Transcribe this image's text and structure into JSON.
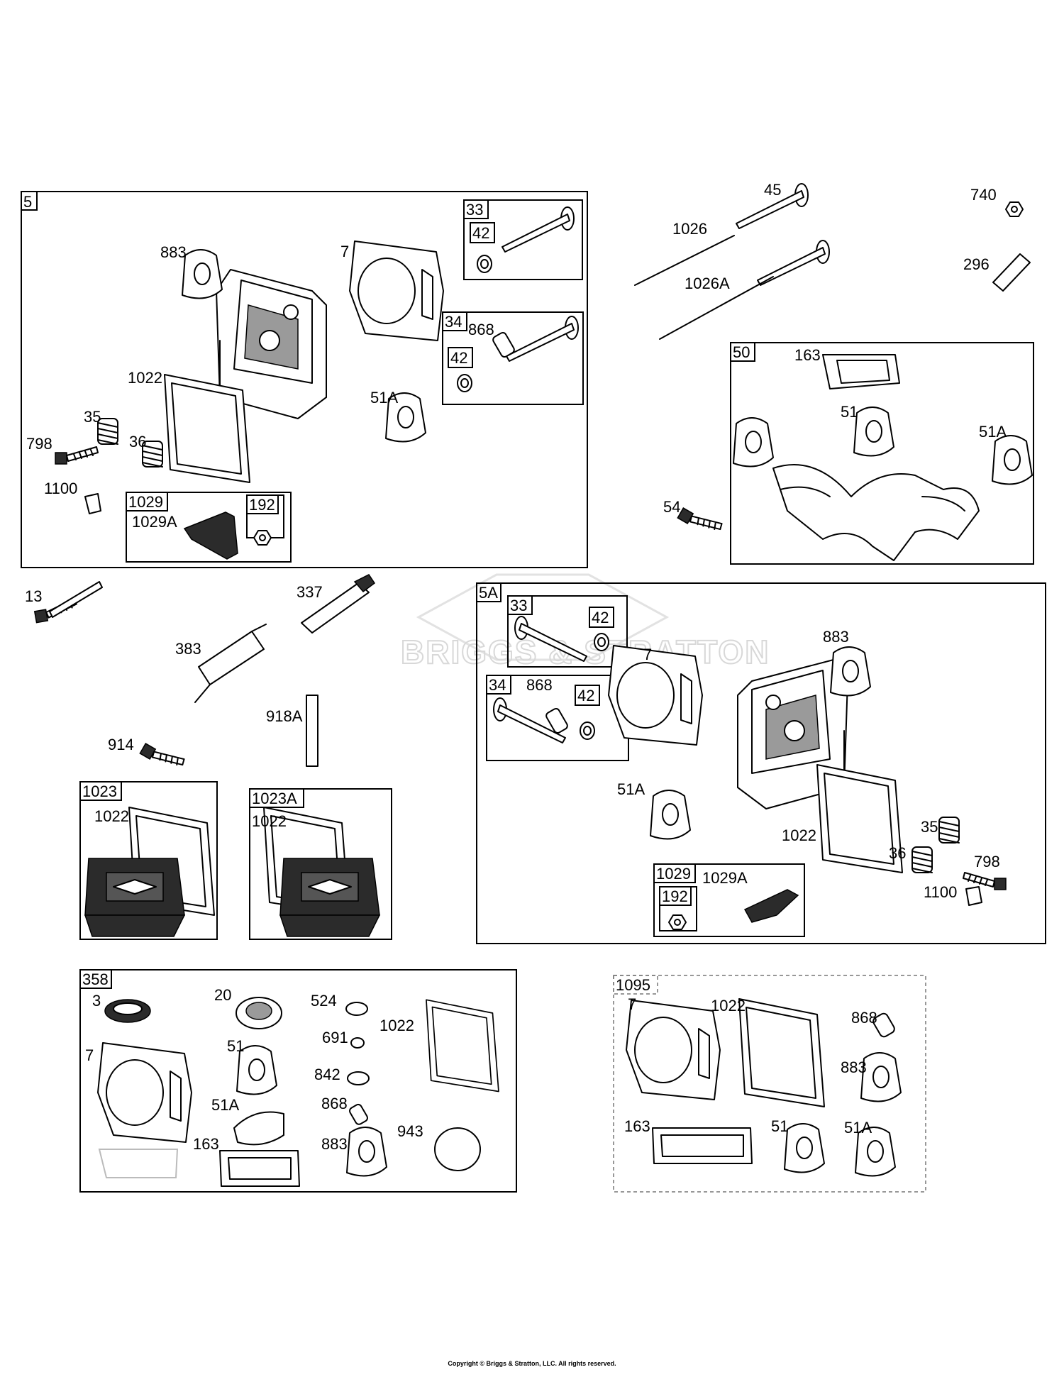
{
  "watermark": "BRIGGS & STRATTON",
  "copyright": "Copyright © Briggs & Stratton, LLC. All rights reserved.",
  "boxes": {
    "b5": "5",
    "b33a": "33",
    "b42a": "42",
    "b34a": "34",
    "b42b": "42",
    "b1029a": "1029",
    "b192a": "192",
    "b50": "50",
    "b5a": "5A",
    "b33b": "33",
    "b42c": "42",
    "b34b": "34",
    "b42d": "42",
    "b1029b": "1029",
    "b192b": "192",
    "b1023": "1023",
    "b1023a": "1023A",
    "b358": "358",
    "b1095": "1095"
  },
  "labels": {
    "l883a": "883",
    "l7a": "7",
    "l1022a": "1022",
    "l51aa": "51A",
    "l868a": "868",
    "l35a": "35",
    "l36a": "36",
    "l798a": "798",
    "l1100a": "1100",
    "l1029aa": "1029A",
    "l45": "45",
    "l740": "740",
    "l1026": "1026",
    "l296": "296",
    "l1026a": "1026A",
    "l163a": "163",
    "l51a": "51",
    "l51ab": "51A",
    "l54": "54",
    "l13": "13",
    "l337": "337",
    "l383": "383",
    "l918a": "918A",
    "l914": "914",
    "l1022b": "1022",
    "l1022c": "1022",
    "l7b": "7",
    "l883b": "883",
    "l868b": "868",
    "l51ac": "51A",
    "l1022d": "1022",
    "l35b": "35",
    "l36b": "36",
    "l798b": "798",
    "l1100b": "1100",
    "l1029ab": "1029A",
    "l3": "3",
    "l20": "20",
    "l524": "524",
    "l691": "691",
    "l1022e": "1022",
    "l7c": "7",
    "l51b": "51",
    "l842": "842",
    "l51ad": "51A",
    "l868c": "868",
    "l943": "943",
    "l163b": "163",
    "l883c": "883",
    "l7d": "7",
    "l1022f": "1022",
    "l868d": "868",
    "l883d": "883",
    "l163c": "163",
    "l51c": "51",
    "l51ae": "51A"
  }
}
